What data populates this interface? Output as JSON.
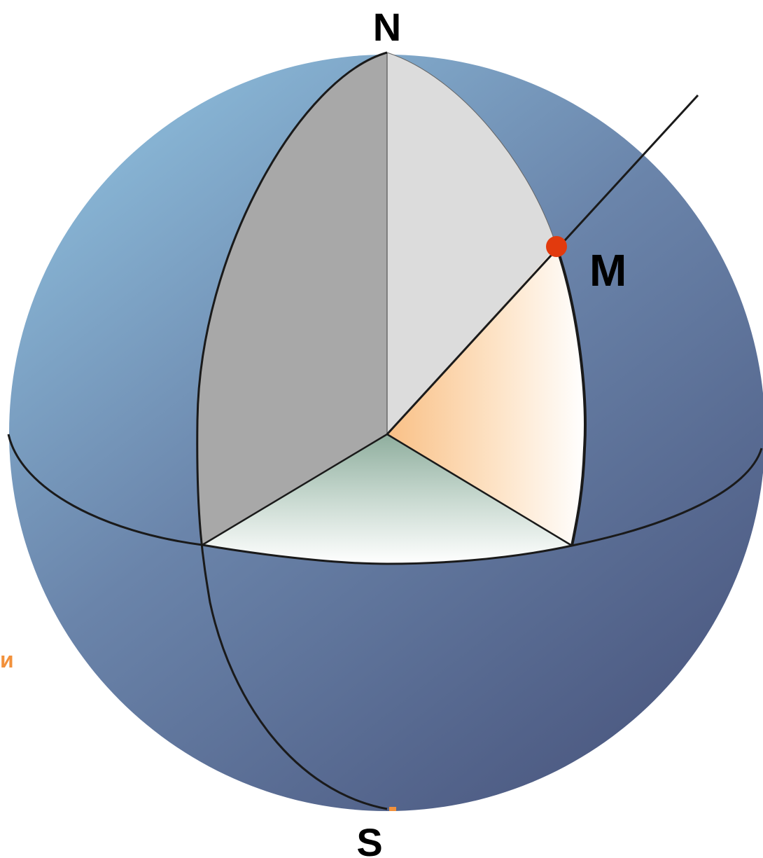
{
  "labels": {
    "north": "N",
    "south": "S",
    "point": "M",
    "left_fragment": "и"
  },
  "colors": {
    "sphere_light": "#8bb6d6",
    "sphere_mid": "#6680a6",
    "sphere_dark": "#4c5a80",
    "plane_gray": "#a8a8a8",
    "plane_light_gray": "#dcdcdc",
    "sector_orange": "#fbc78e",
    "sector_green": "#8fae9e",
    "point_red": "#e23a0d",
    "fragment_orange": "#f2913b",
    "line": "#1a1a1a"
  }
}
